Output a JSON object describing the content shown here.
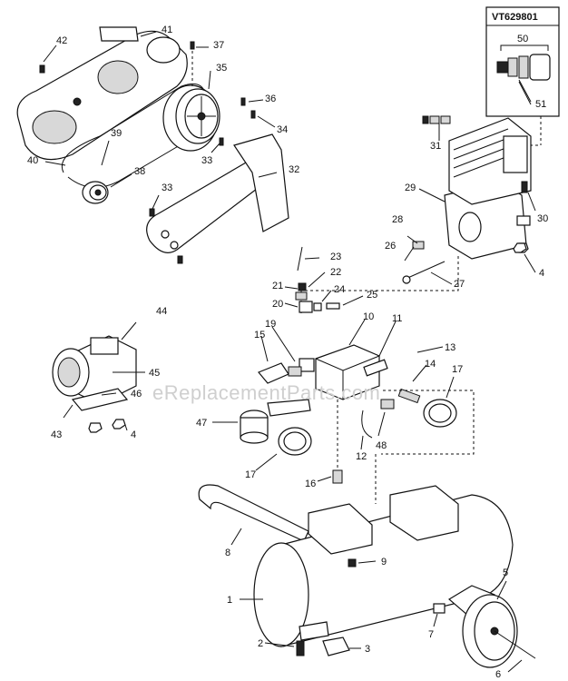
{
  "watermark": "eReplacementParts.com",
  "inset_title": "VT629801",
  "callouts": [
    "1",
    "2",
    "3",
    "4",
    "5",
    "6",
    "7",
    "8",
    "9",
    "10",
    "11",
    "12",
    "13",
    "14",
    "15",
    "16",
    "17",
    "19",
    "20",
    "21",
    "22",
    "23",
    "24",
    "25",
    "26",
    "27",
    "28",
    "29",
    "30",
    "31",
    "32",
    "33",
    "34",
    "35",
    "36",
    "37",
    "38",
    "39",
    "40",
    "41",
    "42",
    "43",
    "44",
    "45",
    "46",
    "47",
    "48",
    "50",
    "51"
  ]
}
